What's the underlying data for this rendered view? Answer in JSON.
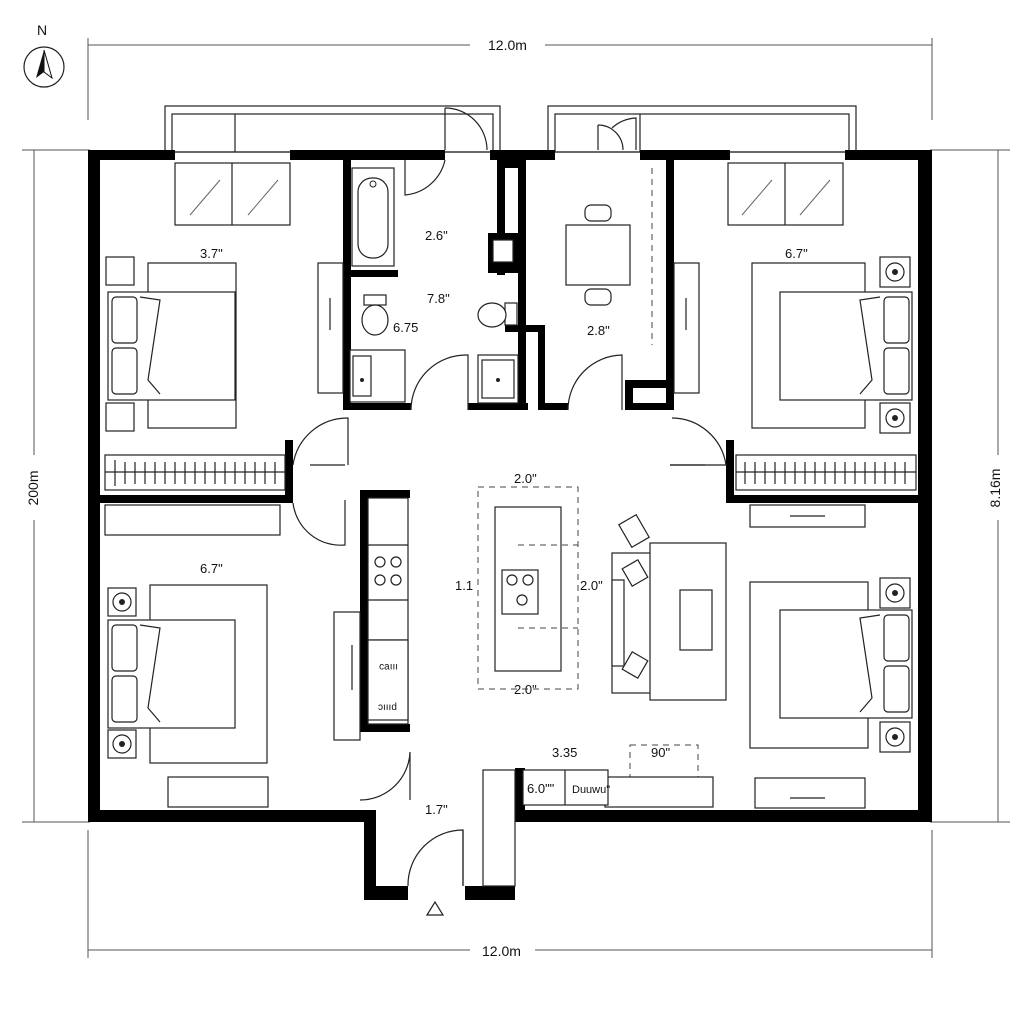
{
  "compass": {
    "label": "N"
  },
  "dimensions": {
    "top": "12.0m",
    "bottom": "12.0m",
    "left": "200m",
    "right": "8.16m"
  },
  "room_labels": {
    "bedroom_nw": "3.7\"",
    "bath_top": "2.6\"",
    "bath_mid": "7.8\"",
    "toilet": "6.75",
    "dining": "2.8\"",
    "bedroom_ne": "6.7\"",
    "bedroom_sw": "6.7\"",
    "island_top": "2.0\"",
    "island_left": "1.1",
    "island_right": "2.0\"",
    "island_bottom": "2.0\"",
    "hall_dim": "3.35",
    "tv_dim": "90\"",
    "counter_a": "6.0\"\"",
    "counter_b": "Duuwu\"",
    "entry": "1.7\"",
    "appliance_a": "ıııɐɔ",
    "appliance_b": "ɔıııd"
  }
}
